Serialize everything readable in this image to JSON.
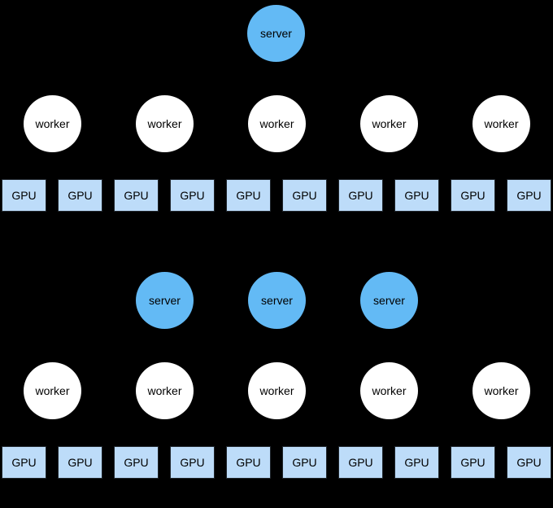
{
  "figure": {
    "type": "architecture-diagram",
    "background": "#000000",
    "colors": {
      "server_fill": "#63baf5",
      "worker_fill": "#ffffff",
      "gpu_fill": "#bddcf9",
      "gpu_border": "#20262c",
      "label_text": "#000000"
    },
    "panels": [
      {
        "name": "single-server-topology",
        "servers": [
          "server"
        ],
        "workers": [
          "worker",
          "worker",
          "worker",
          "worker",
          "worker"
        ],
        "gpus": [
          "GPU",
          "GPU",
          "GPU",
          "GPU",
          "GPU",
          "GPU",
          "GPU",
          "GPU",
          "GPU",
          "GPU"
        ]
      },
      {
        "name": "multi-server-topology",
        "servers": [
          "server",
          "server",
          "server"
        ],
        "workers": [
          "worker",
          "worker",
          "worker",
          "worker",
          "worker"
        ],
        "gpus": [
          "GPU",
          "GPU",
          "GPU",
          "GPU",
          "GPU",
          "GPU",
          "GPU",
          "GPU",
          "GPU",
          "GPU"
        ]
      }
    ]
  }
}
